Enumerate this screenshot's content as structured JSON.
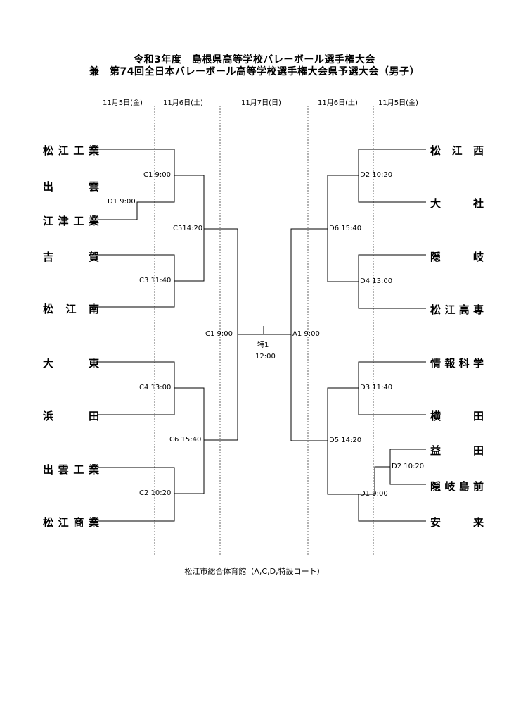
{
  "title": {
    "line1": "令和3年度　島根県高等学校バレーボール選手権大会",
    "line2": "兼　第74回全日本バレーボール高等学校選手権大会県予選大会（男子）"
  },
  "dates": {
    "left_round1": "11月5日(金)",
    "left_round2": "11月6日(土)",
    "final": "11月7日(日)",
    "right_round2": "11月6日(土)",
    "right_round1": "11月5日(金)"
  },
  "teams_left": [
    "松江工業",
    "出　雲",
    "江津工業",
    "吉　賀",
    "松江南",
    "大　東",
    "浜　田",
    "出雲工業",
    "松江商業"
  ],
  "teams_right": [
    "松　江　西",
    "大　社",
    "隠　岐",
    "松江高専",
    "情報科学",
    "横　田",
    "益　田",
    "隠岐島前",
    "安　来"
  ],
  "matches": {
    "left_c1": "C1 9:00",
    "left_d1": "D1 9:00",
    "left_c5": "C514:20",
    "left_c3": "C3 11:40",
    "left_semi": "C1 9:00",
    "left_c4": "C4 13:00",
    "left_c6": "C6 15:40",
    "left_c2": "C2 10:20",
    "right_d2a": "D2 10:20",
    "right_d6": "D6 15:40",
    "right_d4": "D4 13:00",
    "right_a1": "A1 9:00",
    "right_d3": "D3 11:40",
    "right_d5": "D5 14:20",
    "right_d2b": "D2 10:20",
    "right_d1": "D1 9:00",
    "final_label": "特1",
    "final_time": "12:00"
  },
  "venue": "松江市総合体育館（A,C,D,特設コート）"
}
